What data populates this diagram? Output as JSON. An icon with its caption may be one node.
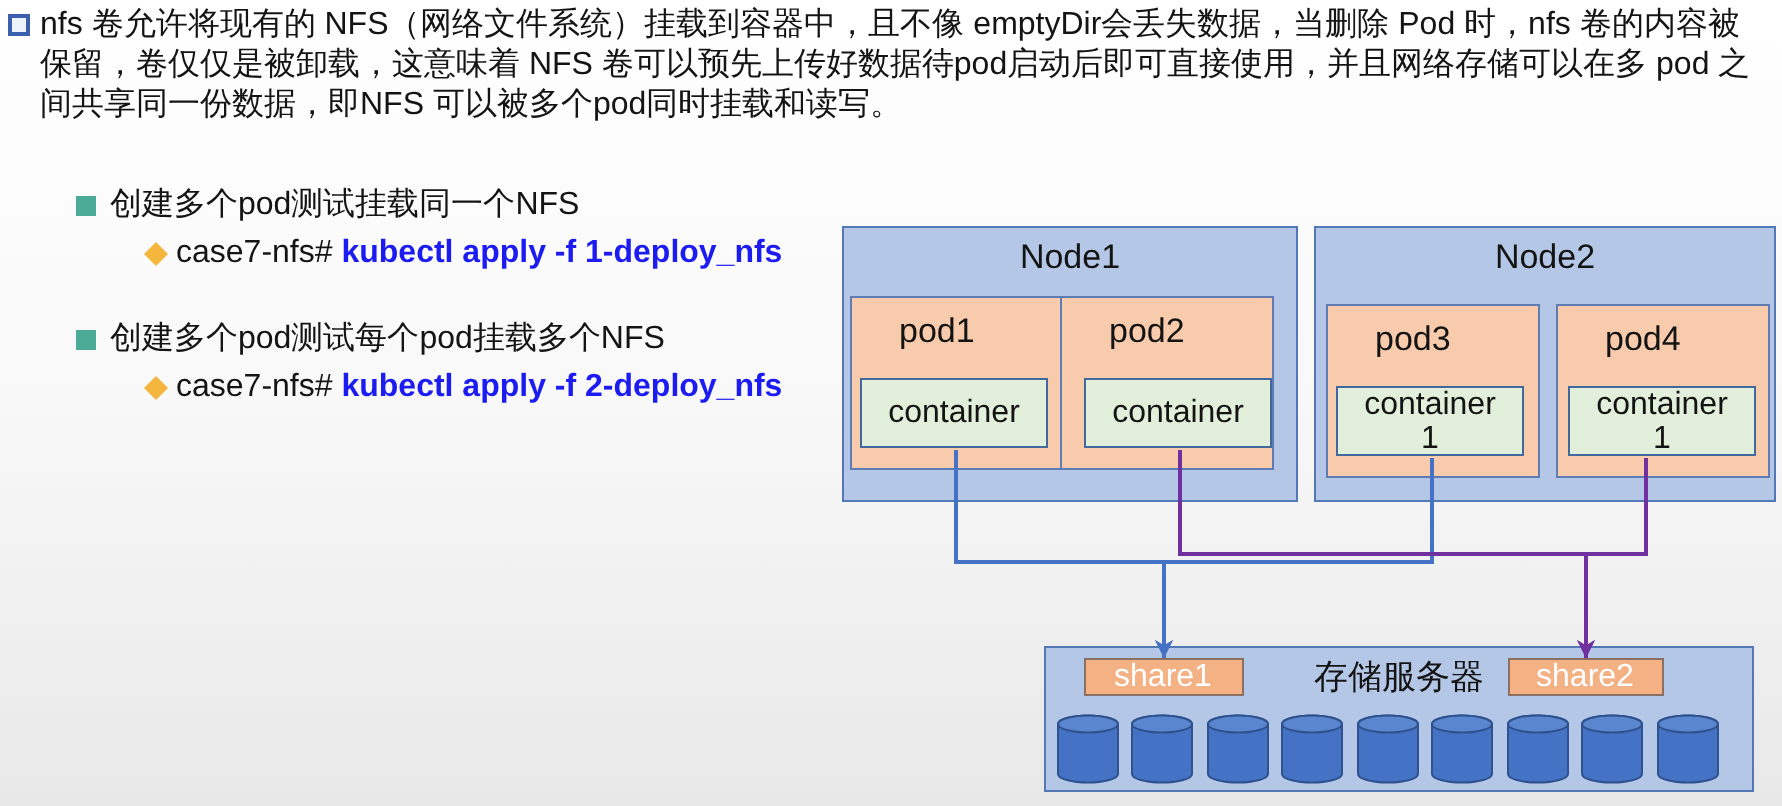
{
  "diagram": {
    "nodes": [
      {
        "text": [
          "Node1"
        ]
      },
      {
        "text": [
          "pod1"
        ],
        "in": 0
      },
      {
        "text": [
          "container"
        ],
        "in": 1
      },
      {
        "text": [
          "pod2"
        ],
        "in": 0
      },
      {
        "text": [
          "container"
        ],
        "in": 3
      },
      {
        "text": [
          "Node2"
        ]
      },
      {
        "text": [
          "pod3"
        ],
        "in": 5
      },
      {
        "text": [
          "container 1"
        ],
        "in": 6
      },
      {
        "text": [
          "pod4"
        ],
        "in": 5
      },
      {
        "text": [
          "container 1"
        ],
        "in": 8
      },
      {
        "text": [
          "存储服务器"
        ]
      },
      {
        "text": [
          "share1"
        ],
        "in": 10
      },
      {
        "text": [
          "share2"
        ],
        "in": 10
      }
    ],
    "edges": [
      {
        "from": 2,
        "to": 11,
        "arrow": "to",
        "color": "#4472c4"
      },
      {
        "from": 7,
        "to": 11,
        "arrow": "to",
        "color": "#4472c4"
      },
      {
        "from": 4,
        "to": 12,
        "arrow": "to",
        "color": "#7030a0"
      },
      {
        "from": 9,
        "to": 12,
        "arrow": "to",
        "color": "#7030a0"
      }
    ],
    "labels": [
      "nfs 卷允许将现有的 NFS（网络文件系统）挂载到容器中，且不像 emptyDir会丢失数据，当删除 Pod 时，nfs 卷的内容被保留，卷仅仅是被卸载，这意味着 NFS 卷可以预先上传好数据待pod启动后即可直接使用，并且网络存储可以在多 pod 之间共享同一份数据，即NFS 可以被多个pod同时挂载和读写。",
      "创建多个pod测试挂载同一个NFS",
      "case7-nfs# **kubectl apply -f 1-deploy_nfs**",
      "创建多个pod测试每个pod挂载多个NFS",
      "case7-nfs# **kubectl apply -f 2-deploy_nfs**"
    ]
  }
}
